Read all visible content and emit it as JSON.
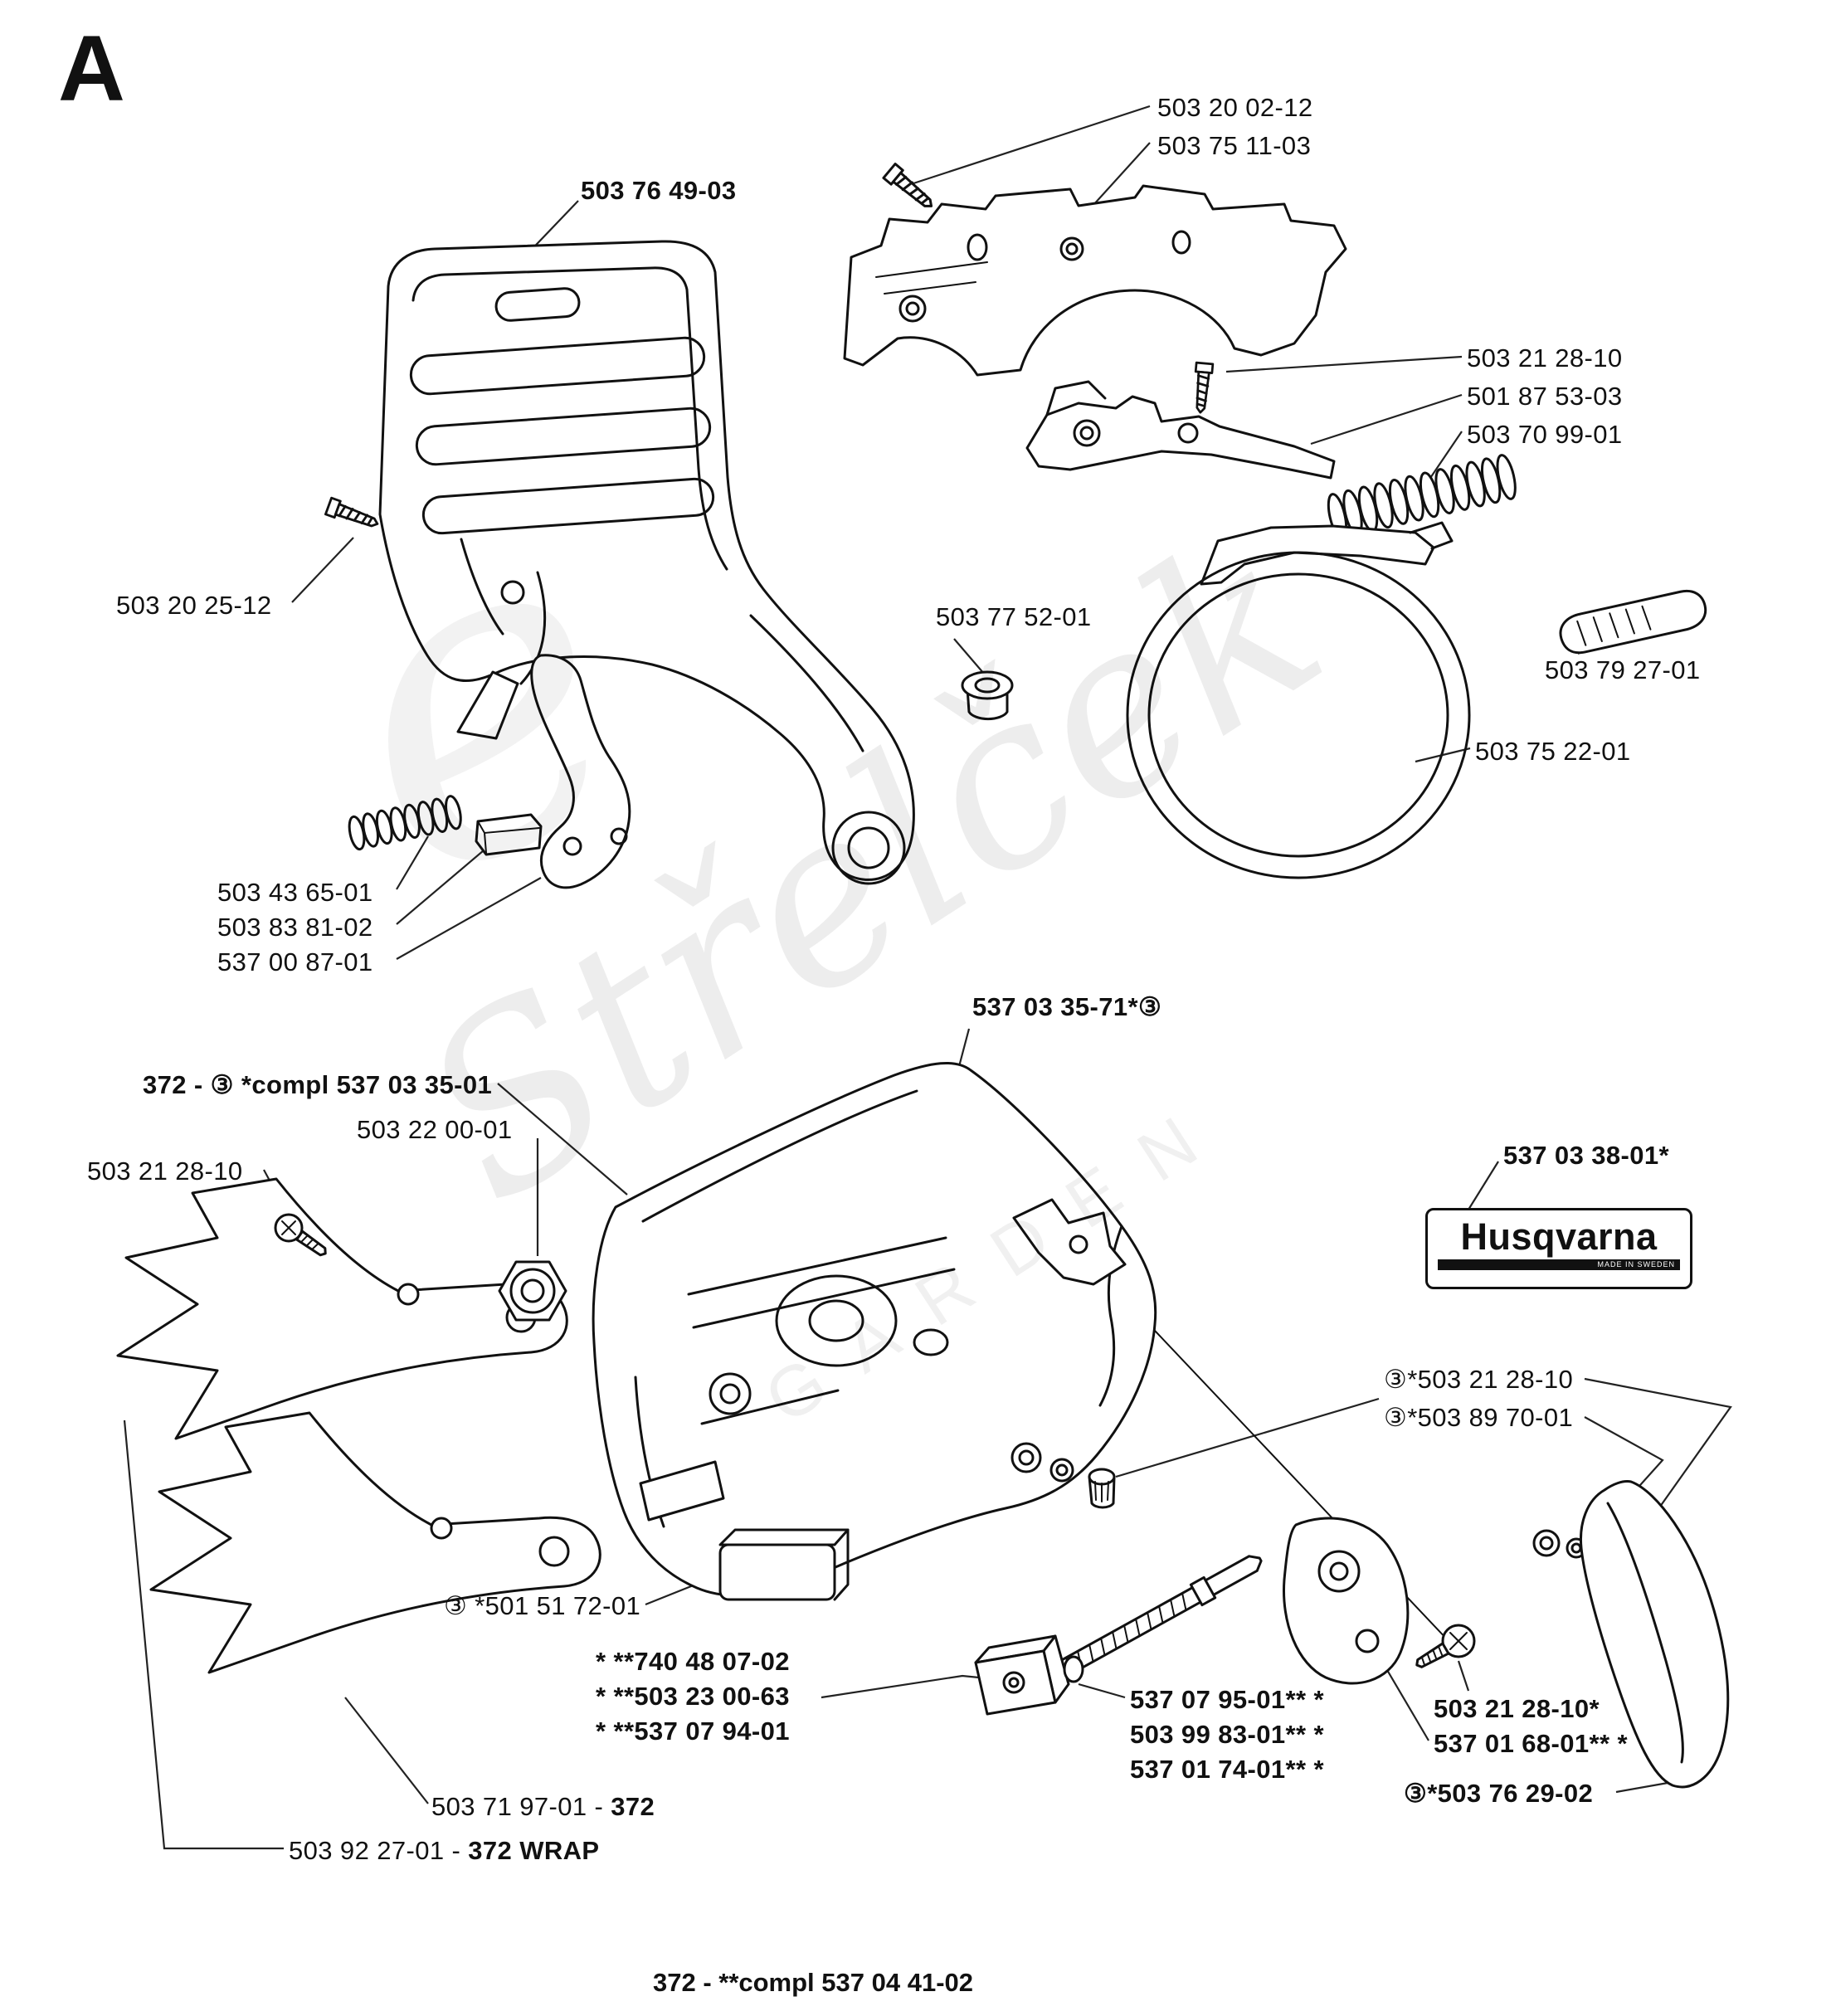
{
  "page": {
    "section_letter": "A",
    "footer_note": "372 - **compl 537 04 41-02"
  },
  "watermark": {
    "mark": "e",
    "name": "Střelček",
    "tagline": "GARDEN"
  },
  "logo": {
    "brand": "Husqvarna",
    "origin": "MADE IN SWEDEN"
  },
  "labels": [
    {
      "text": "503 20 02-12"
    },
    {
      "text": "503 75 11-03"
    },
    {
      "text": "503 76 49-03"
    },
    {
      "text": "503 21 28-10"
    },
    {
      "text": "501 87 53-03"
    },
    {
      "text": "503 70 99-01"
    },
    {
      "text": "503 20 25-12"
    },
    {
      "text": "503 77 52-01"
    },
    {
      "text": "503 79 27-01"
    },
    {
      "text": "503 75 22-01"
    },
    {
      "text": "503 43 65-01"
    },
    {
      "text": "503 83 81-02"
    },
    {
      "text": "537 00 87-01"
    },
    {
      "text": "537 03 35-71*③"
    },
    {
      "text": "372 - ③ *compl 537 03 35-01"
    },
    {
      "text": "503 22 00-01"
    },
    {
      "text": "503 21 28-10"
    },
    {
      "text": "537 03 38-01*"
    },
    {
      "text": "③*503 21 28-10"
    },
    {
      "text": "③*503 89 70-01"
    },
    {
      "text": "③ *501 51 72-01"
    },
    {
      "text": "* **740 48 07-02"
    },
    {
      "text": "* **503 23 00-63"
    },
    {
      "text": "* **537 07 94-01"
    },
    {
      "text": "537 07 95-01** *"
    },
    {
      "text": "503 99 83-01** *"
    },
    {
      "text": "537 01 74-01** *"
    },
    {
      "text": "503 21 28-10*"
    },
    {
      "text": "537 01 68-01** *"
    },
    {
      "text": "③*503 76 29-02"
    },
    {
      "text": "503 71 97-01 - ",
      "suffix": "372"
    },
    {
      "text": "503 92 27-01 - ",
      "suffix": "372 WRAP"
    }
  ]
}
